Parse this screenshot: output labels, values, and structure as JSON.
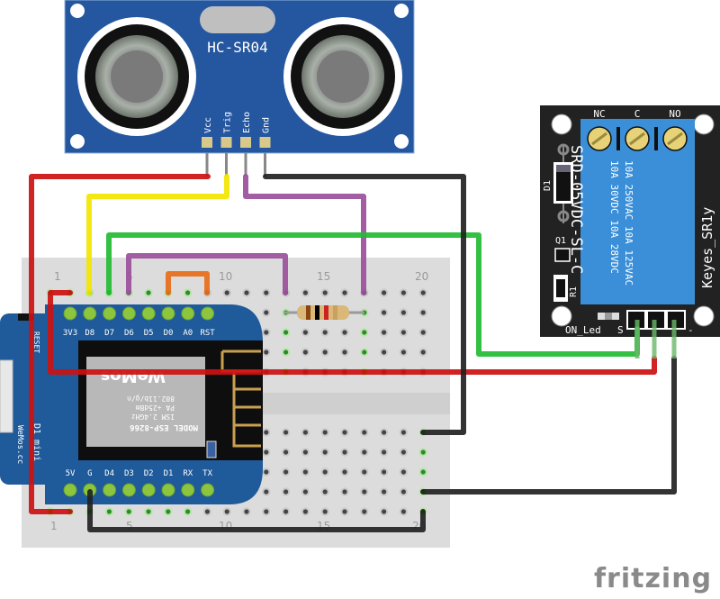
{
  "diagram": {
    "tool_watermark": "fritzing",
    "sensor": {
      "model": "HC-SR04",
      "pins": [
        "Vcc",
        "Trig",
        "Echo",
        "Gnd"
      ]
    },
    "relay": {
      "name": "Keyes_SR1y",
      "terminals": [
        "NC",
        "C",
        "NO"
      ],
      "part_number": "SRD-05VDC-SL-C",
      "rating_line1": "10A 250VAC  10A 125VAC",
      "rating_line2": "10A  30VDC  10A  28VDC",
      "components": [
        "D1",
        "Q1",
        "R1"
      ],
      "led_label": "ON_Led",
      "signal_label": "S",
      "minus_label": "-"
    },
    "mcu": {
      "name": "D1 mini",
      "brand": "WeMos.cc",
      "reset_label": "RESET",
      "module_model": "MODEL  ESP-8266",
      "module_spec1": "ISM 2.4GHz",
      "module_spec2": "PA +25dBm",
      "module_spec3": "802.11b/g/n",
      "module_brand": "WeMos",
      "top_pins": [
        "3V3",
        "D8",
        "D7",
        "D6",
        "D5",
        "D0",
        "A0",
        "RST"
      ],
      "bottom_pins": [
        "5V",
        "G",
        "D4",
        "D3",
        "D2",
        "D1",
        "RX",
        "TX"
      ]
    },
    "breadboard": {
      "column_labels_top": [
        "1",
        "5",
        "10",
        "15",
        "20"
      ],
      "column_labels_bottom": [
        "1",
        "5",
        "10",
        "15",
        "20"
      ]
    },
    "resistor": {
      "bands": [
        "#8b4513",
        "#000000",
        "#cc2222",
        "#c8a060"
      ]
    },
    "wire_colors": {
      "power": "#cc1111",
      "ground": "#222222",
      "trig": "#f2e600",
      "echo": "#9b4f9b",
      "signal": "#22bb33",
      "jumper": "#e86c1a"
    }
  }
}
